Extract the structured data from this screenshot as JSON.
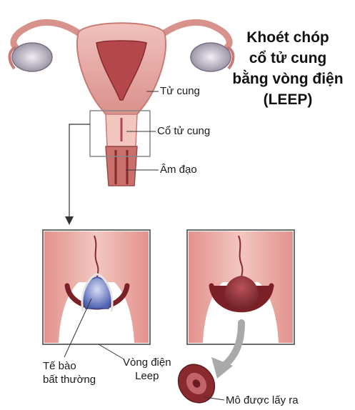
{
  "title": {
    "line1": "Khoét chóp",
    "line2": "cổ tử cung",
    "line3": "bằng vòng điện",
    "line4": "(LEEP)"
  },
  "labels": {
    "uterus": "Tử cung",
    "cervix": "Cổ tử cung",
    "vagina": "Âm đạo",
    "abnormal_cells_line1": "Tế bào",
    "abnormal_cells_line2": "bất thường",
    "leep_loop_line1": "Vòng điện",
    "leep_loop_line2": "Leep",
    "removed_tissue": "Mô được lấy ra"
  },
  "colors": {
    "tissue_pink": "#e9a7a0",
    "tissue_dark": "#c9706c",
    "tissue_deep": "#8a2a2e",
    "abnormal_blue": "#8b9fd6",
    "metal_gray": "#9a9a9a",
    "label_line": "#333333"
  }
}
